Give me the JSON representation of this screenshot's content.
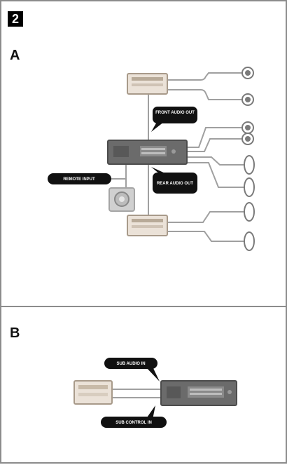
{
  "step_number": "2",
  "sections": [
    {
      "label": "A"
    },
    {
      "label": "B"
    }
  ],
  "callouts": {
    "front_audio_out": "FRONT AUDIO OUT",
    "rear_audio_out": "REAR AUDIO OUT",
    "remote_input": "REMOTE INPUT",
    "sub_audio_in": "SUB AUDIO IN",
    "sub_control_in": "SUB CONTROL IN"
  },
  "colors": {
    "unit_body": "#6b6b6b",
    "amp_body": "#e7ddd2",
    "callout_bg": "#111111",
    "line": "#9a9a9a"
  }
}
